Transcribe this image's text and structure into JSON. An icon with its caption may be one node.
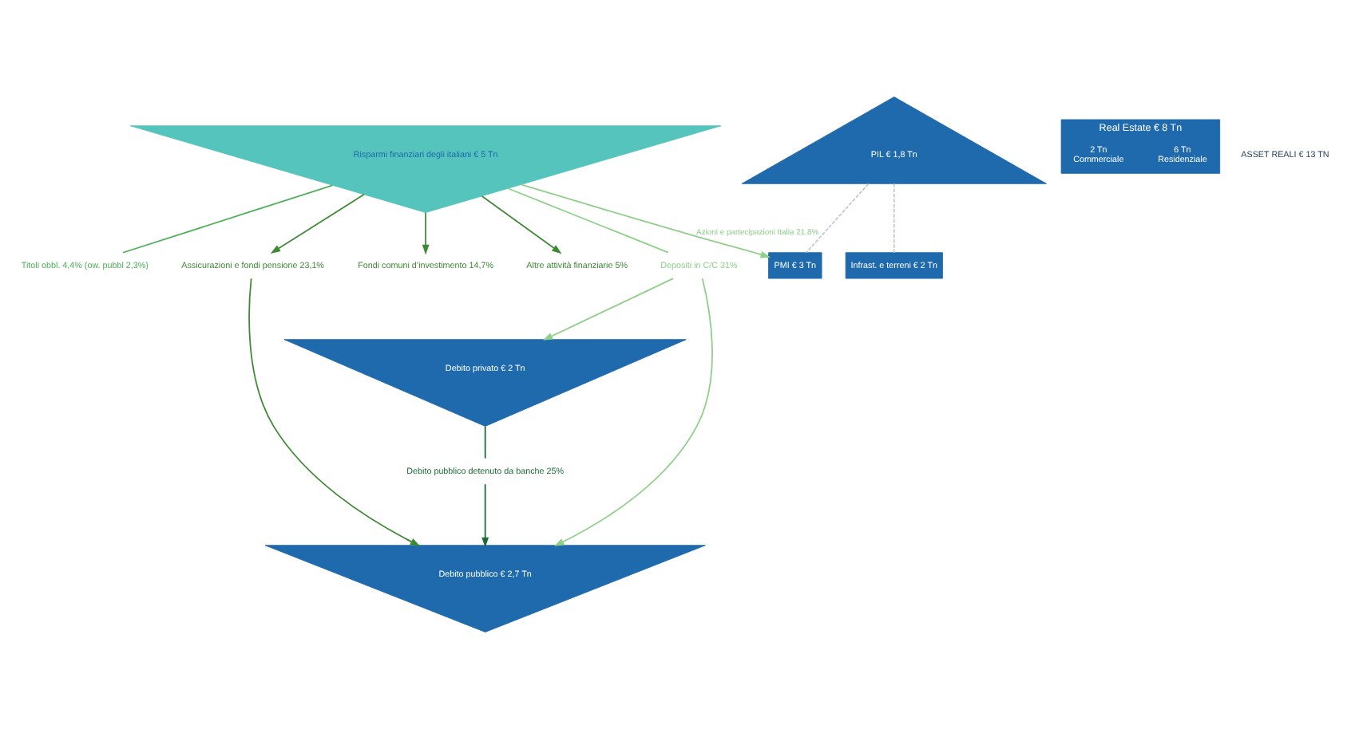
{
  "diagram": {
    "nodes": [
      {
        "text": [
          "Debito pubblico € 2,7 Tn"
        ]
      },
      {
        "text": [
          "Debito privato € 2 Tn"
        ]
      },
      {
        "text": [
          "PIL € 1,8 Tn"
        ]
      },
      {
        "text": [
          "Infrast. e terreni € 2 Tn"
        ]
      },
      {
        "text": [
          "Real Estate € 8 Tn"
        ]
      },
      {
        "text": [
          "6 Tn",
          "Residenziale"
        ],
        "in": 4
      },
      {
        "text": [
          "2 Tn",
          "Commerciale"
        ],
        "in": 4
      },
      {
        "text": [
          "PMI € 3 Tn"
        ]
      },
      {
        "text": [
          "Risparmi finanziari degli italiani € 5 Tn"
        ]
      },
      {
        "text": [
          "Depositi in C/C 31%"
        ]
      },
      {
        "text": [
          "Titoli obbl. 4,4% (ow. pubbl 2,3%)"
        ]
      },
      {
        "text": [
          "Assicurazioni e fondi pensione 23,1%"
        ]
      },
      {
        "text": [
          "Fondi comuni d’investimento 14,7%"
        ]
      },
      {
        "text": [
          "Altre attività finanziarie 5%"
        ]
      },
      {
        "text": [
          "Debito pubblico detenuto da banche 25%"
        ]
      }
    ],
    "edges": [
      {
        "from": 8,
        "to": 9,
        "arrow": "none",
        "color": "#8fcf8a"
      },
      {
        "from": 9,
        "to": 0,
        "arrow": "to",
        "color": "#8fcf8a"
      },
      {
        "from": 9,
        "to": 1,
        "arrow": "to",
        "color": "#8fcf8a"
      },
      {
        "from": 8,
        "to": 10,
        "arrow": "none",
        "color": "#4fb05a"
      },
      {
        "from": 8,
        "to": 7,
        "arrow": "to",
        "label": "Azioni e partecipazioni Italia 21,8%",
        "color": "#8fcf8a"
      },
      {
        "from": 8,
        "to": 11,
        "arrow": "to"
      },
      {
        "from": 11,
        "to": 0,
        "arrow": "to"
      },
      {
        "from": 8,
        "to": 12,
        "arrow": "to"
      },
      {
        "from": 8,
        "to": 13,
        "arrow": "to"
      },
      {
        "from": 1,
        "to": 14,
        "arrow": "none",
        "color": "#1e6b3a"
      },
      {
        "from": 14,
        "to": 0,
        "arrow": "to",
        "color": "#1e6b3a"
      },
      {
        "from": 2,
        "to": 3,
        "arrow": "none",
        "style": "dashed",
        "color": "#c8c8c8"
      },
      {
        "from": 2,
        "to": 7,
        "arrow": "none",
        "style": "dashed",
        "color": "#c8c8c8"
      }
    ],
    "labels": [
      "ASSET REALI € 13 TN"
    ]
  }
}
